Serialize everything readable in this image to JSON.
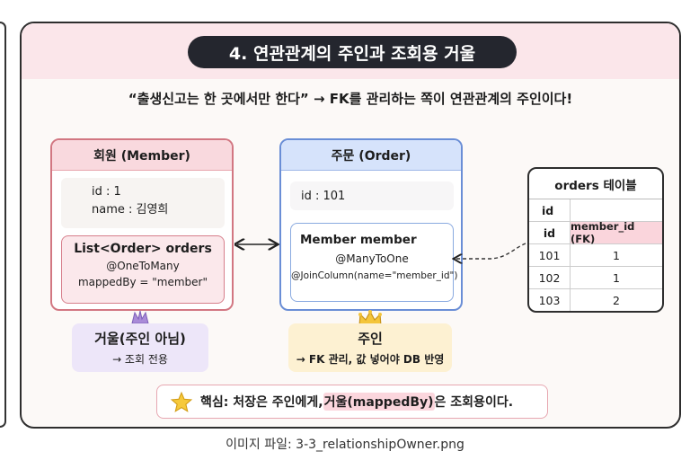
{
  "title": "4. 연관관계의 주인과 조회용 거울",
  "subtitle": "“출생신고는 한 곳에서만 한다” → FK를 관리하는 쪽이 연관관계의 주인이다!",
  "member": {
    "header": "회원 (Member)",
    "id_line": "id : 1",
    "name_line": "name : 김영희",
    "orders_title": "List<Order> orders",
    "annotation": "@OneToMany",
    "mapped_by": "mappedBy = \"member\""
  },
  "order": {
    "header": "주문 (Order)",
    "id_line": "id : 101",
    "member_title": "Member member",
    "annotation": "@ManyToOne",
    "join_column": "@JoinColumn(name=\"member_id\")"
  },
  "orders_table": {
    "title": "orders 테이블",
    "header_row": [
      "id",
      ""
    ],
    "columns": [
      "id",
      "member_id (FK)"
    ],
    "rows": [
      [
        "101",
        "1"
      ],
      [
        "102",
        "1"
      ],
      [
        "103",
        "2"
      ]
    ]
  },
  "mirror_badge": {
    "title": "거울(주인 아님)",
    "subtitle": "→ 조회 전용",
    "icon": "mirror-icon"
  },
  "owner_badge": {
    "title": "주인",
    "subtitle": "→ FK 관리, 값 넣어야 DB 반영",
    "icon": "crown-icon"
  },
  "key_point": {
    "icon": "star-icon",
    "prefix": "핵심: 처장은 주인에게, ",
    "highlight": "거울(mappedBy)",
    "suffix": "은 조회용이다."
  },
  "caption": "이미지 파일: 3-3_relationshipOwner.png",
  "colors": {
    "member_border": "#d27782",
    "order_border": "#6a8ed6",
    "title_bg": "#24262e",
    "fk_highlight": "#fad5dc"
  }
}
